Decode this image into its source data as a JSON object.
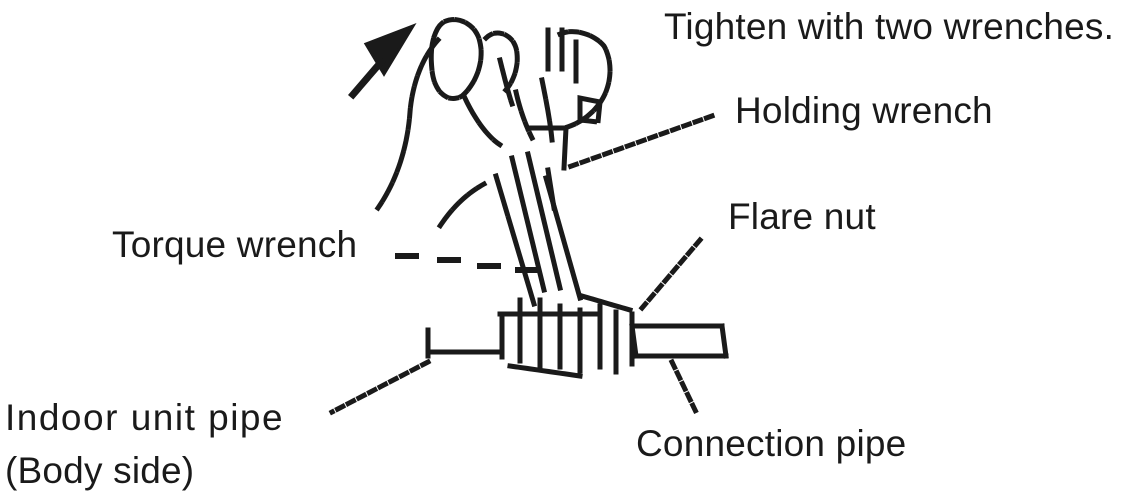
{
  "diagram": {
    "title": "Tighten with two wrenches.",
    "labels": {
      "holding_wrench": "Holding wrench",
      "flare_nut": "Flare nut",
      "torque_wrench": "Torque wrench",
      "indoor_unit_pipe": "Indoor unit pipe",
      "body_side": "(Body side)",
      "connection_pipe": "Connection pipe"
    },
    "colors": {
      "ink": "#1a1a1a",
      "background": "#ffffff"
    }
  }
}
